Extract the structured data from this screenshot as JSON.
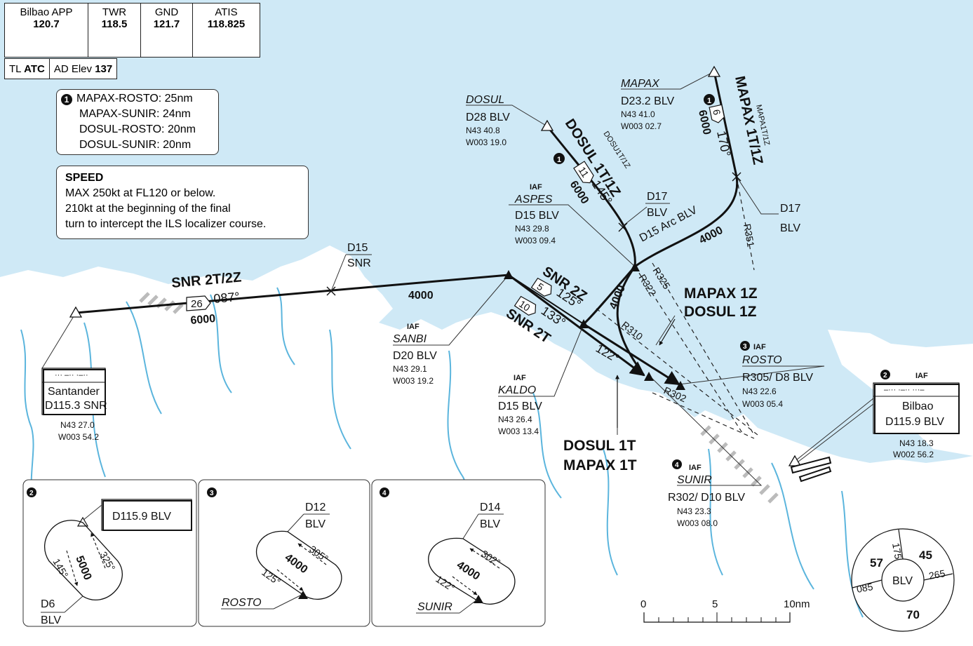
{
  "frequencies": [
    {
      "name": "Bilbao APP",
      "freq": "120.7"
    },
    {
      "name": "TWR",
      "freq": "118.5"
    },
    {
      "name": "GND",
      "freq": "121.7"
    },
    {
      "name": "ATIS",
      "freq": "118.825"
    }
  ],
  "transition": {
    "tl_label": "TL",
    "tl_value": "ATC",
    "elev_label": "AD Elev",
    "elev_value": "137"
  },
  "distances": {
    "marker": "1",
    "lines": [
      "MAPAX-ROSTO: 25nm",
      "MAPAX-SUNIR: 24nm",
      "DOSUL-ROSTO: 20nm",
      "DOSUL-SUNIR: 20nm"
    ]
  },
  "speed": {
    "title": "SPEED",
    "lines": [
      "MAX 250kt at FL120 or below.",
      "210kt at the beginning of the final",
      "turn to intercept the ILS localizer course."
    ]
  },
  "routes": {
    "snr2t2z": {
      "name": "SNR 2T/2Z",
      "dist": "26",
      "course": "087°",
      "alt": "6000",
      "alt2": "4000"
    },
    "snr2z": {
      "name": "SNR 2Z",
      "dist": "5",
      "course": "125°"
    },
    "snr2t": {
      "name": "SNR 2T",
      "dist": "10",
      "course": "133°"
    },
    "dosul": {
      "name": "DOSUL 1T/1Z",
      "code": "DOSU1T/1Z",
      "dist": "11",
      "course": "145°",
      "alt": "6000"
    },
    "mapax": {
      "name": "MAPAX 1T/1Z",
      "code": "MAPA1T/1Z",
      "dist": "6",
      "course": "170°",
      "alt": "6000"
    },
    "arc": {
      "label": "D15 Arc BLV",
      "alt": "4000"
    },
    "final_alt": "4000",
    "course_122": "122°",
    "mapax1z": "MAPAX 1Z",
    "dosul1z": "DOSUL 1Z",
    "dosul1t": "DOSUL 1T",
    "mapax1t": "MAPAX 1T"
  },
  "radials": {
    "r351": "R351",
    "r325": "R325",
    "r322": "R322",
    "r310": "R310",
    "r302": "R302"
  },
  "fixes": {
    "dosul": {
      "name": "DOSUL",
      "dist": "D28 BLV",
      "lat": "N43 40.8",
      "lon": "W003 19.0"
    },
    "mapax": {
      "name": "MAPAX",
      "dist": "D23.2 BLV",
      "lat": "N43 41.0",
      "lon": "W003 02.7"
    },
    "aspes": {
      "iaf": "IAF",
      "name": "ASPES",
      "dist": "D15 BLV",
      "lat": "N43 29.8",
      "lon": "W003 09.4"
    },
    "d17_dosul": {
      "line1": "D17",
      "line2": "BLV"
    },
    "d17_mapax": {
      "line1": "D17",
      "line2": "BLV"
    },
    "d15snr": {
      "line1": "D15",
      "line2": "SNR"
    },
    "sanbi": {
      "iaf": "IAF",
      "name": "SANBI",
      "dist": "D20 BLV",
      "lat": "N43 29.1",
      "lon": "W003 19.2"
    },
    "kaldo": {
      "iaf": "IAF",
      "name": "KALDO",
      "dist": "D15 BLV",
      "lat": "N43 26.4",
      "lon": "W003 13.4"
    },
    "rosto": {
      "marker": "3",
      "iaf": "IAF",
      "name": "ROSTO",
      "dist": "R305/ D8 BLV",
      "lat": "N43 22.6",
      "lon": "W003 05.4"
    },
    "sunir": {
      "marker": "4",
      "iaf": "IAF",
      "name": "SUNIR",
      "dist": "R302/ D10 BLV",
      "lat": "N43 23.3",
      "lon": "W003 08.0"
    }
  },
  "navaids": {
    "santander": {
      "morse": "··· –·· ·–··",
      "name": "Santander",
      "freq": "D115.3 SNR",
      "lat": "N43 27.0",
      "lon": "W003 54.2"
    },
    "bilbao": {
      "marker": "2",
      "iaf": "IAF",
      "morse": "–··· ·–·· ···–",
      "name": "Bilbao",
      "freq": "D115.9 BLV",
      "lat": "N43 18.3",
      "lon": "W002 56.2"
    }
  },
  "holds": [
    {
      "marker": "2",
      "fix_label": "D115.9 BLV",
      "alt": "5000",
      "inbound": "325°",
      "outbound": "145°",
      "limit1": "D6",
      "limit2": "BLV"
    },
    {
      "marker": "3",
      "fix_label": "ROSTO",
      "alt": "4000",
      "inbound": "305°",
      "outbound": "125°",
      "limit1": "D12",
      "limit2": "BLV"
    },
    {
      "marker": "4",
      "fix_label": "SUNIR",
      "alt": "4000",
      "inbound": "302°",
      "outbound": "122°",
      "limit1": "D14",
      "limit2": "BLV"
    }
  ],
  "msa": {
    "center": "BLV",
    "b175": "175",
    "b265": "265",
    "b085": "085",
    "alt_ne": "45",
    "alt_nw": "57",
    "alt_s": "70"
  },
  "scale": {
    "zero": "0",
    "five": "5",
    "ten": "10nm"
  }
}
